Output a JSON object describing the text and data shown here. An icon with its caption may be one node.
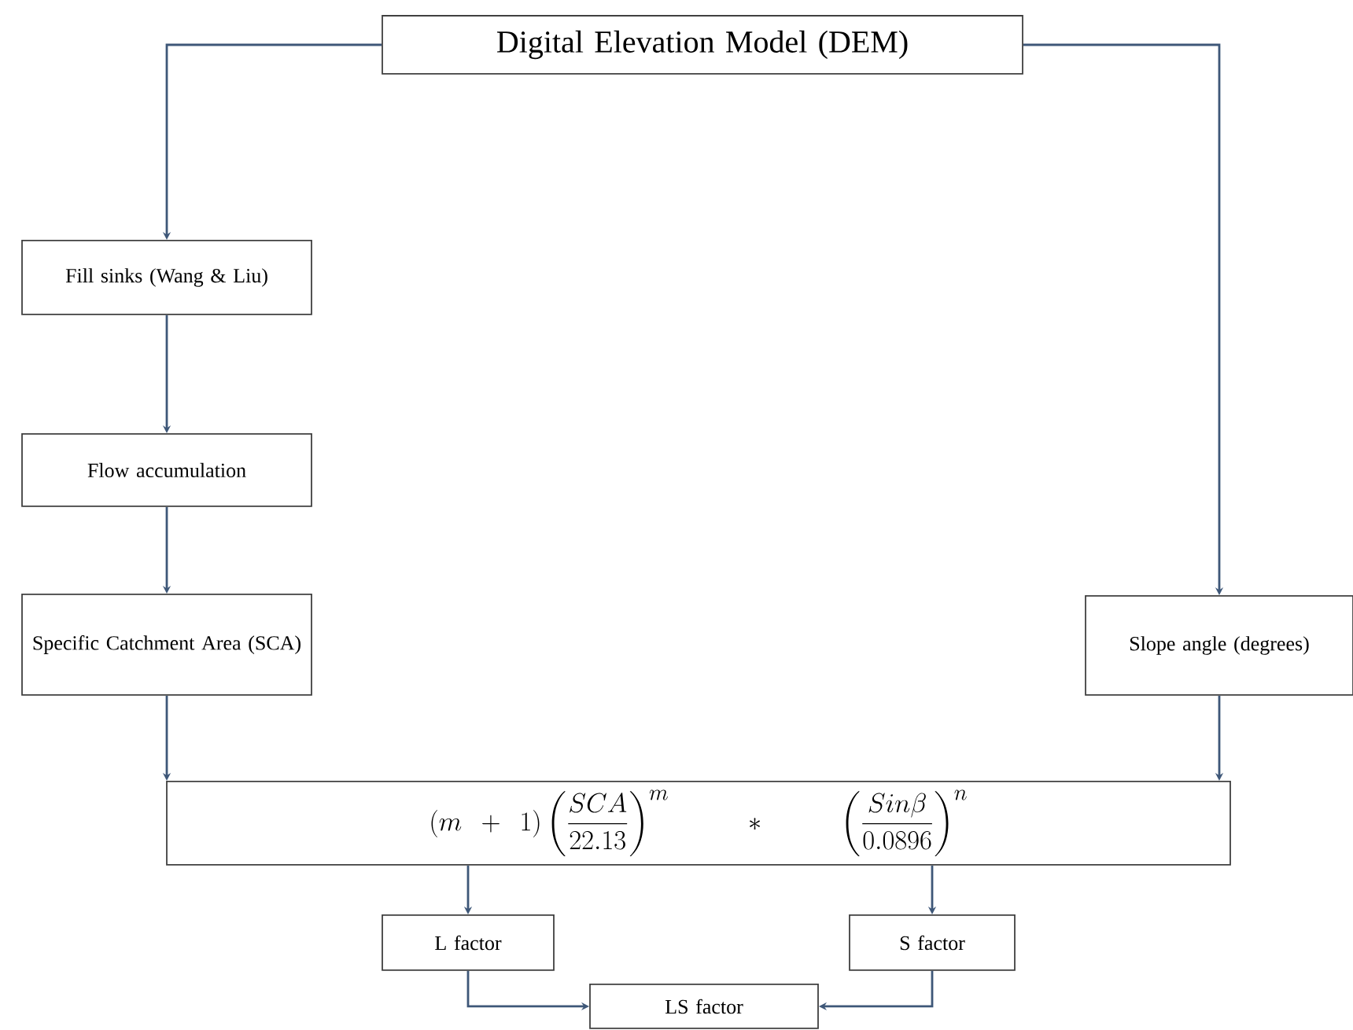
{
  "diagram": {
    "nodes": [
      {
        "text": [
          "Digital Elevation Model (DEM)"
        ]
      },
      {
        "text": [
          "Fill sinks (Wang & Liu)"
        ]
      },
      {
        "text": [
          "Flow accumulation"
        ]
      },
      {
        "text": [
          "Specific Catchment Area (SCA)"
        ]
      },
      {
        "text": [
          "Slope angle (degrees)"
        ]
      },
      {
        "text": [
          "(m+1)\\left(\\frac{SCA}{22.13}\\right)^{m} \\qquad * \\qquad \\left(\\frac{Sin\\beta}{0.0896}\\right)^{n}"
        ]
      },
      {
        "text": [
          "L factor"
        ]
      },
      {
        "text": [
          "S factor"
        ]
      },
      {
        "text": [
          "LS factor"
        ]
      }
    ],
    "edges": [
      {
        "from": 0,
        "to": 1,
        "arrow": "to"
      },
      {
        "from": 0,
        "to": 4,
        "arrow": "to"
      },
      {
        "from": 1,
        "to": 2,
        "arrow": "to"
      },
      {
        "from": 2,
        "to": 3,
        "arrow": "to"
      },
      {
        "from": 3,
        "to": 5,
        "arrow": "to"
      },
      {
        "from": 4,
        "to": 5,
        "arrow": "to"
      },
      {
        "from": 5,
        "to": 6,
        "arrow": "to"
      },
      {
        "from": 5,
        "to": 7,
        "arrow": "to"
      },
      {
        "from": 6,
        "to": 8,
        "arrow": "to"
      },
      {
        "from": 7,
        "to": 8,
        "arrow": "to"
      }
    ]
  }
}
